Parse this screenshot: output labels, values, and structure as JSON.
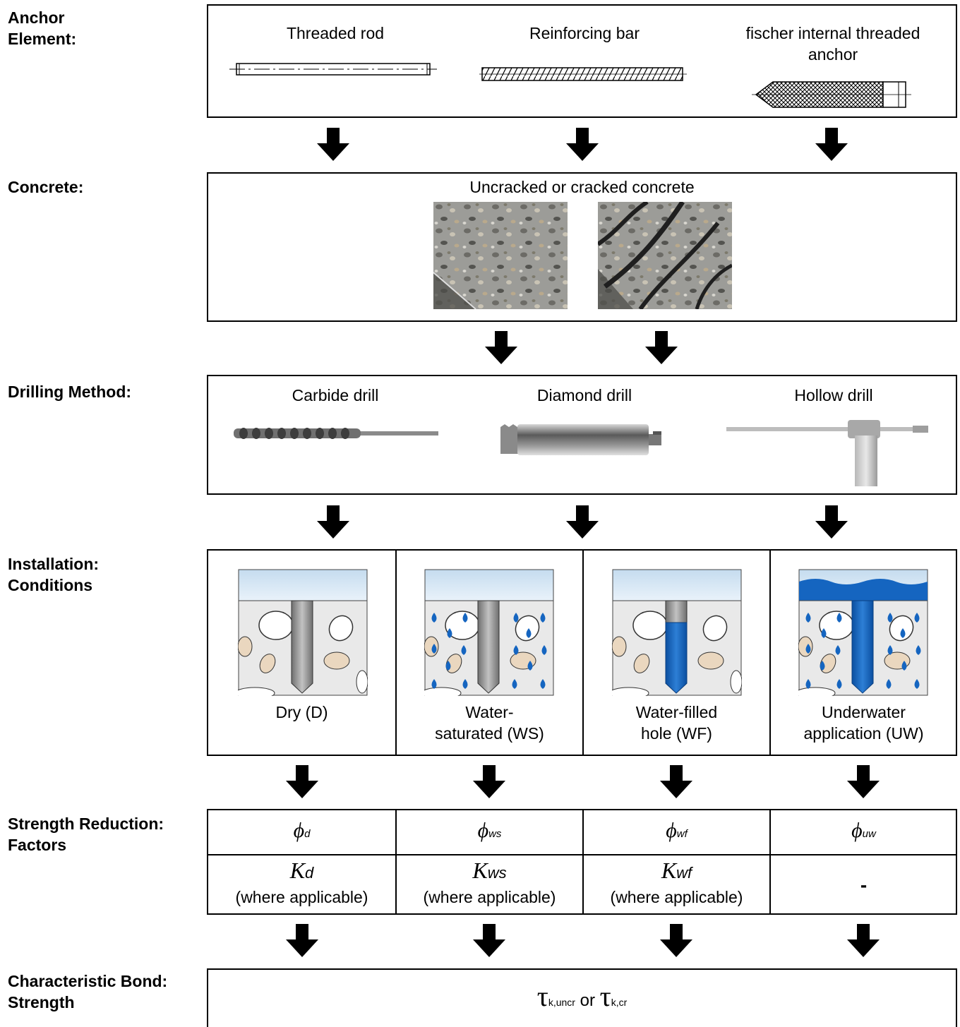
{
  "rows": {
    "anchor_label": "Anchor\nElement:",
    "concrete_label": "Concrete:",
    "drilling_label": "Drilling Method:",
    "installation_label": "Installation:\nConditions",
    "reduction_label": "Strength Reduction:\nFactors",
    "bond_label": "Characteristic Bond:\nStrength"
  },
  "anchor_elements": {
    "threaded_rod": "Threaded rod",
    "reinforcing_bar": "Reinforcing bar",
    "internal_threaded_anchor": "fischer internal threaded\nanchor"
  },
  "concrete": {
    "caption": "Uncracked or cracked concrete"
  },
  "drilling": {
    "carbide": "Carbide drill",
    "diamond": "Diamond drill",
    "hollow": "Hollow drill"
  },
  "installation": {
    "dry": "Dry (D)",
    "water_saturated": "Water-\nsaturated (WS)",
    "water_filled": "Water-filled\nhole (WF)",
    "underwater": "Underwater\napplication (UW)"
  },
  "factors": {
    "phi_symbol": "ϕ",
    "phi_d_sub": "d",
    "phi_ws_sub": "ws",
    "phi_wf_sub": "wf",
    "phi_uw_sub": "uw",
    "k_symbol": "K",
    "k_d_sub": "d",
    "k_ws_sub": "ws",
    "k_wf_sub": "wf",
    "where_applicable": "(where applicable)",
    "uw_k": "-"
  },
  "bond": {
    "tau_symbol": "τ",
    "uncr_sub": "k,uncr",
    "or_text": " or ",
    "cr_sub": "k,cr"
  },
  "colors": {
    "water_blue": "#1565c0",
    "sky_blue": "#c5dcef",
    "concrete_gray": "#e9e9e9",
    "aggregate_tan": "#ead7bf"
  }
}
